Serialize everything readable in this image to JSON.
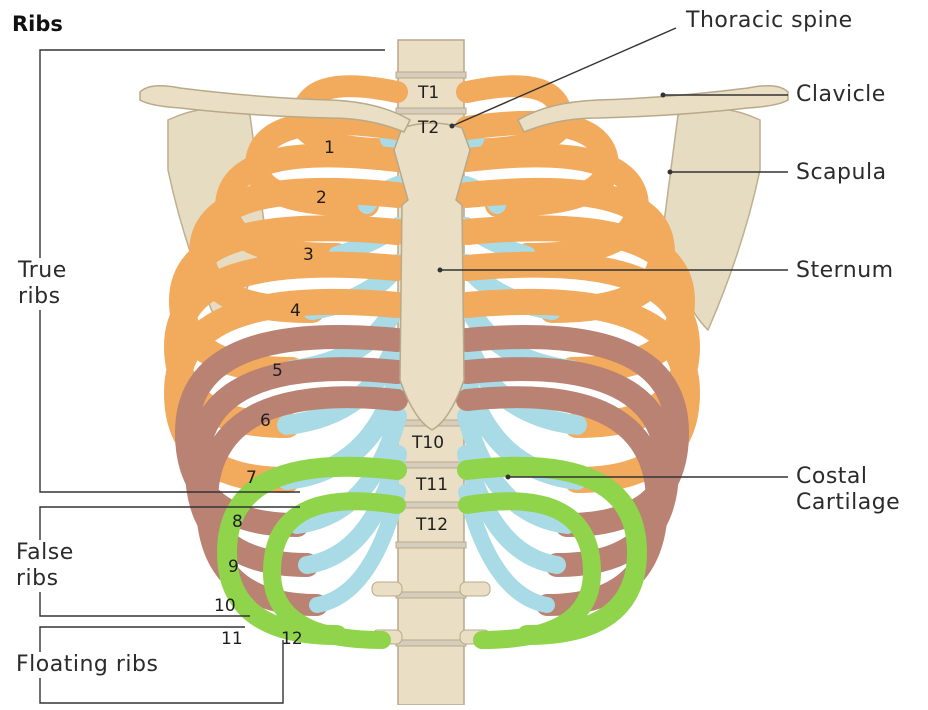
{
  "title": "Ribs",
  "labels": {
    "thoracic_spine": "Thoracic spine",
    "clavicle": "Clavicle",
    "scapula": "Scapula",
    "sternum": "Sternum",
    "costal_line1": "Costal",
    "costal_line2": "Cartilage",
    "true_line1": "True",
    "true_line2": "ribs",
    "false_line1": "False",
    "false_line2": "ribs",
    "floating": "Floating ribs"
  },
  "rib_numbers": [
    "1",
    "2",
    "3",
    "4",
    "5",
    "6",
    "7",
    "8",
    "9",
    "10",
    "11",
    "12"
  ],
  "vertebrae": [
    "T1",
    "T2",
    "T10",
    "T11",
    "T12"
  ],
  "colors": {
    "true_rib": "#f2aa5c",
    "false_rib": "#b98273",
    "floating_rib": "#8fd44a",
    "cartilage": "#a9dbe6",
    "bone": "#eadfc4",
    "bone_edge": "#b8a98a",
    "leader": "#333333"
  }
}
